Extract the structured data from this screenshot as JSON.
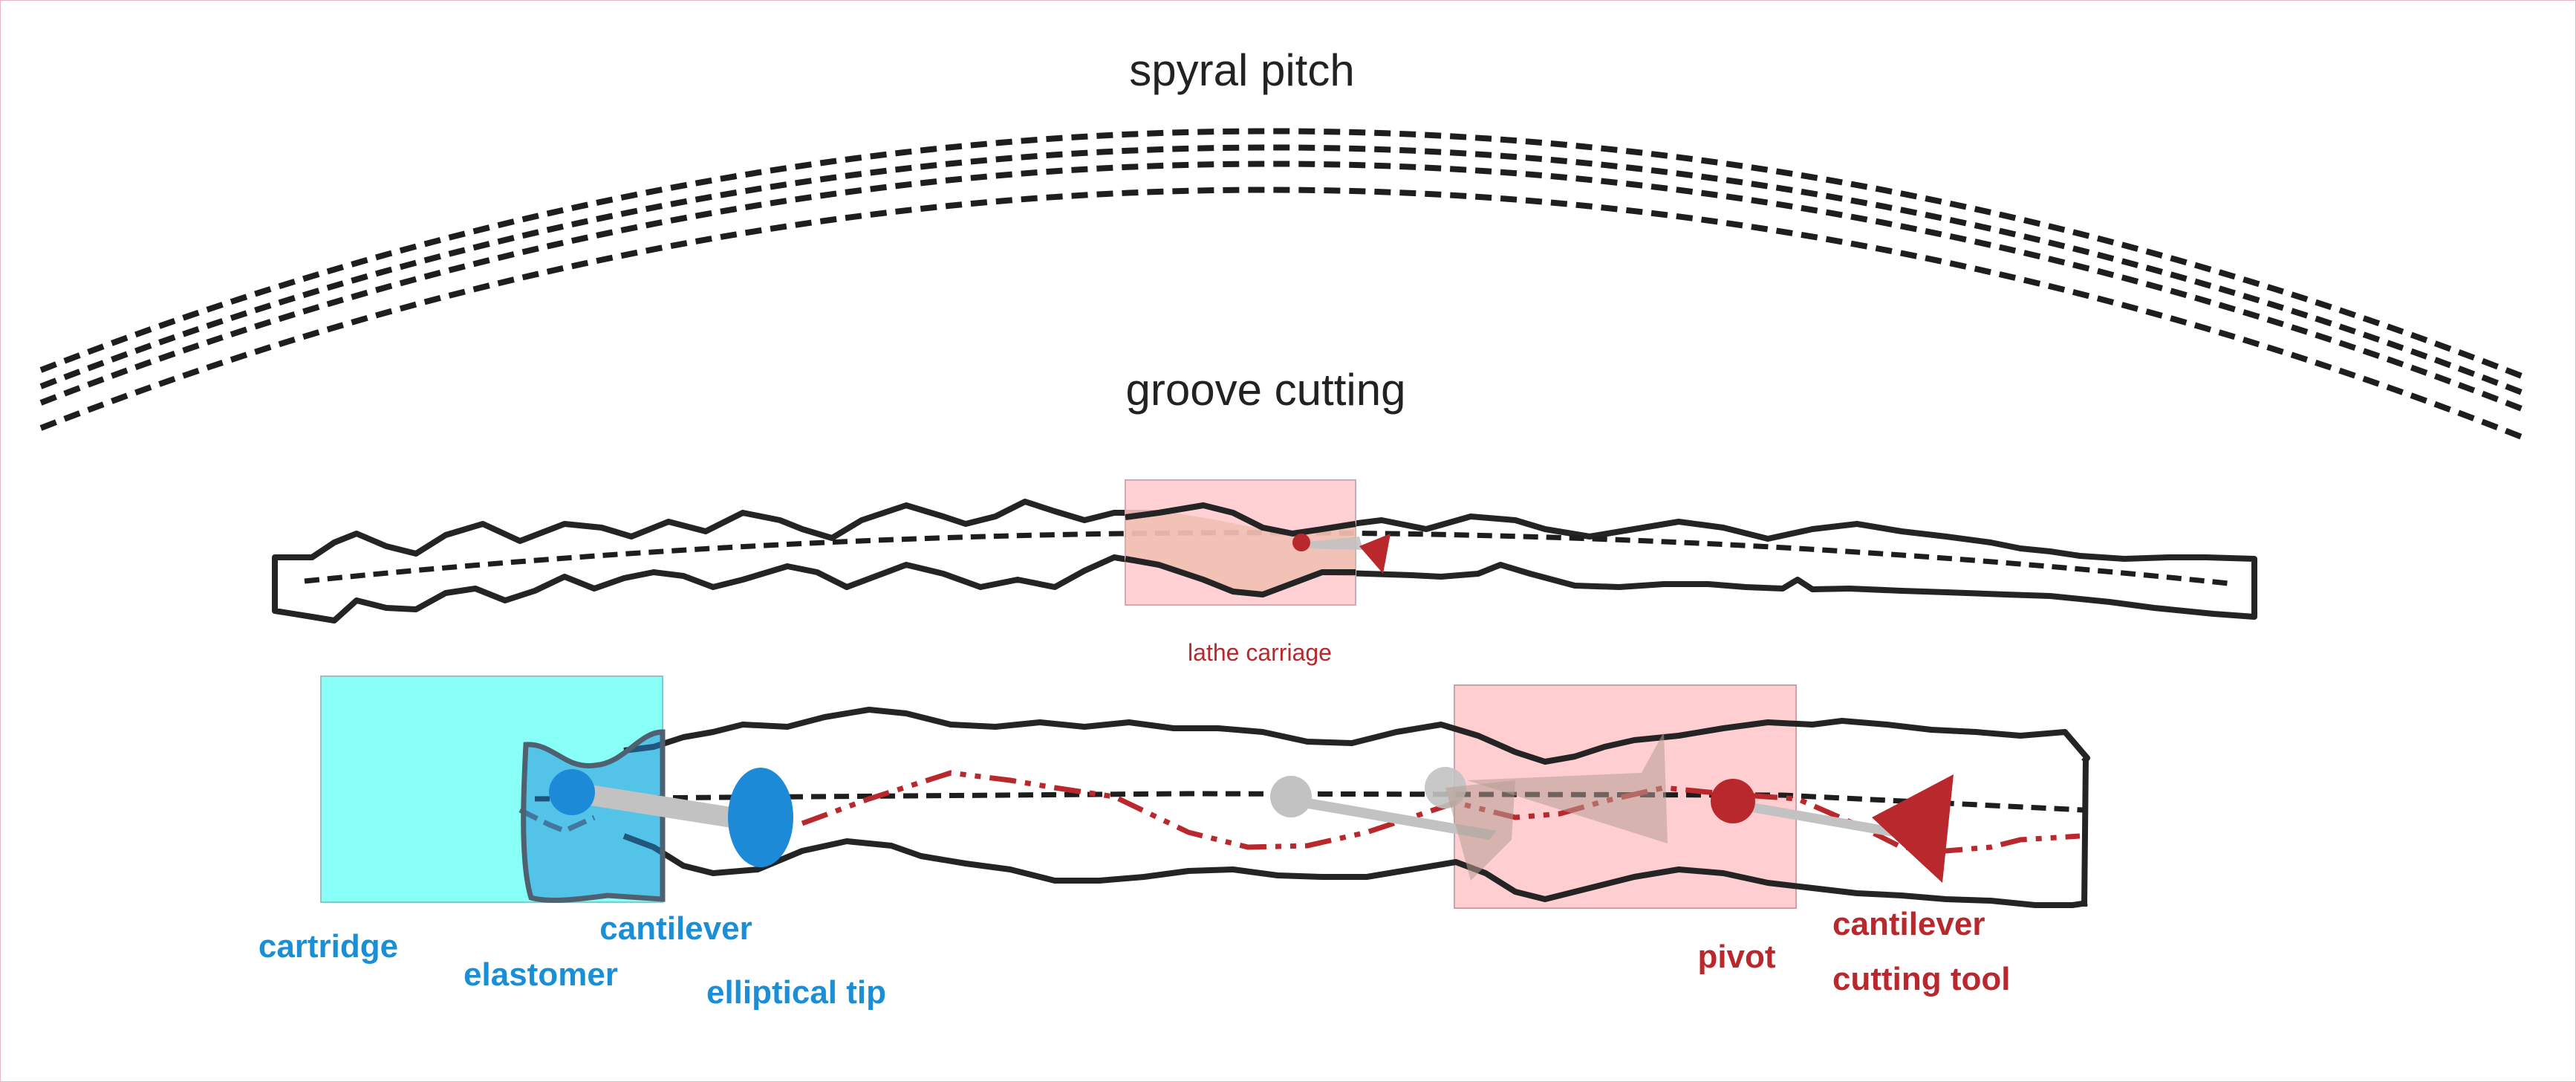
{
  "titles": {
    "spiral": "spyral pitch",
    "groove": "groove cutting"
  },
  "labels": {
    "lathe_carriage": "lathe carriage",
    "cartridge": "cartridge",
    "elastomer": "elastomer",
    "cantilever_blue": "cantilever",
    "elliptical_tip": "elliptical tip",
    "pivot": "pivot",
    "cantilever_red": "cantilever",
    "cutting_tool": "cutting tool"
  },
  "colors": {
    "blue_label": "#1b8fd6",
    "red_label": "#b8282c",
    "cartridge_box": "#88fff7",
    "carriage_box": "#ffc9cc",
    "stylus_blue": "#1d8ad8",
    "cantilever_gray": "#c2c2c2"
  }
}
